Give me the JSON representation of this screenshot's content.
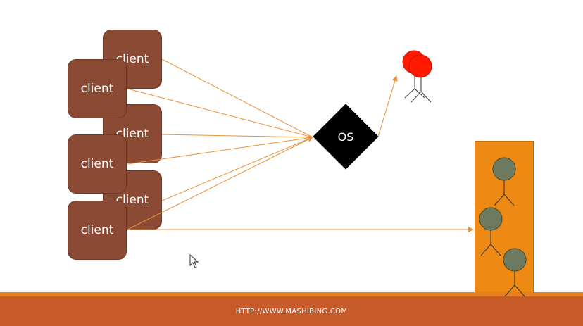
{
  "clients": [
    {
      "label": "client"
    },
    {
      "label": "client"
    },
    {
      "label": "client"
    },
    {
      "label": "client"
    },
    {
      "label": "client"
    },
    {
      "label": "client"
    }
  ],
  "os": {
    "label": "OS"
  },
  "footer": {
    "url": "HTTP://WWW.MASHIBING.COM"
  },
  "colors": {
    "client": "#8b4a33",
    "arrow": "#e8923a",
    "thread_head_red": "#ff1a00",
    "thread_head_gray": "#6e7a5f",
    "box": "#ee8a14",
    "footer": "#c65a28"
  }
}
